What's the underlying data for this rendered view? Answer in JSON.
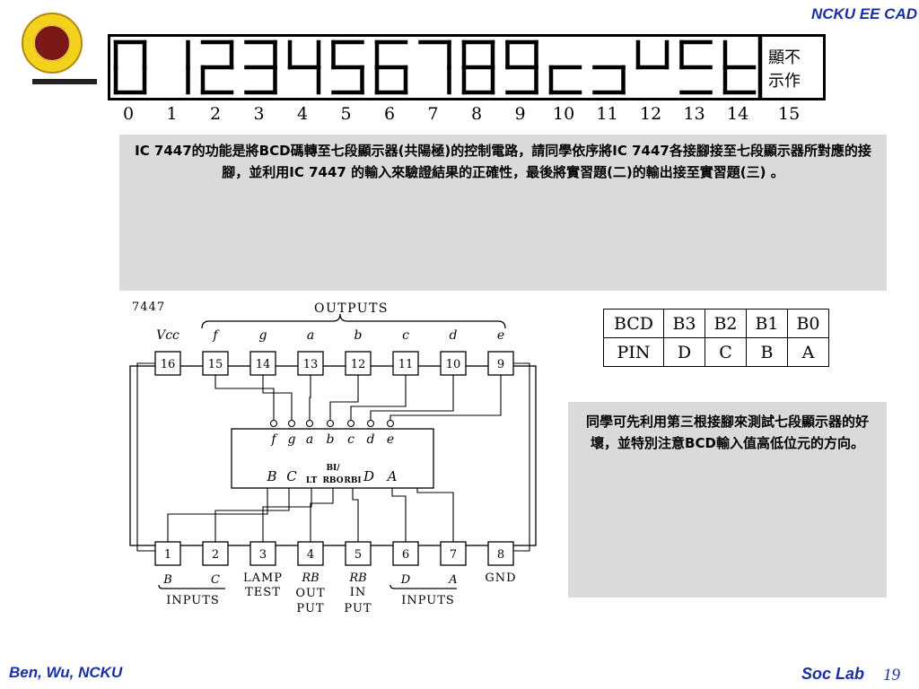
{
  "header": {
    "title": "NCKU EE CAD"
  },
  "digits": {
    "numbers": [
      "0",
      "1",
      "2",
      "3",
      "4",
      "5",
      "6",
      "7",
      "8",
      "9",
      "10",
      "11",
      "12",
      "13",
      "14",
      "15"
    ],
    "undefined_label_line1": "顯不",
    "undefined_label_line2": "示作"
  },
  "instructions": {
    "text": "IC 7447的功能是將BCD碼轉至七段顯示器(共陽極)的控制電路，請同學依序將IC 7447各接腳接至七段顯示器所對應的接腳，並利用IC 7447 的輸入來驗證結果的正確性，最後將實習題(二)的輸出接至實習題(三) 。"
  },
  "chip": {
    "title": "7447",
    "outputs_label": "OUTPUTS",
    "top_labels": [
      "Vcc",
      "f",
      "g",
      "a",
      "b",
      "c",
      "d",
      "e"
    ],
    "top_pins": [
      "16",
      "15",
      "14",
      "13",
      "12",
      "11",
      "10",
      "9"
    ],
    "bottom_pins": [
      "1",
      "2",
      "3",
      "4",
      "5",
      "6",
      "7",
      "8"
    ],
    "inner_top": [
      "f",
      "g",
      "a",
      "b",
      "c",
      "d",
      "e"
    ],
    "inner_bottom": [
      "B",
      "C",
      "LT",
      "BI/",
      "RBO",
      "RBI",
      "D",
      "A"
    ],
    "bottom_labels": {
      "b1": "B",
      "c1": "C",
      "lamp1": "LAMP",
      "lamp2": "TEST",
      "rbo1": "RB",
      "rbo2": "OUT",
      "rbo3": "PUT",
      "rbi1": "RB",
      "rbi2": "IN",
      "rbi3": "PUT",
      "d1": "D",
      "a1": "A",
      "gnd": "GND",
      "inputs_left": "INPUTS",
      "inputs_right": "INPUTS"
    }
  },
  "bcd_table": {
    "header": [
      "BCD",
      "B3",
      "B2",
      "B1",
      "B0"
    ],
    "row": [
      "PIN",
      "D",
      "C",
      "B",
      "A"
    ]
  },
  "note": {
    "text": "同學可先利用第三根接腳來測試七段顯示器的好壞，並特別注意BCD輸入值高低位元的方向。"
  },
  "footer": {
    "author": "Ben, Wu, NCKU",
    "lab": "Soc Lab",
    "page": "19"
  },
  "colors": {
    "accent": "#1a2ea8",
    "panel": "#dadada"
  }
}
